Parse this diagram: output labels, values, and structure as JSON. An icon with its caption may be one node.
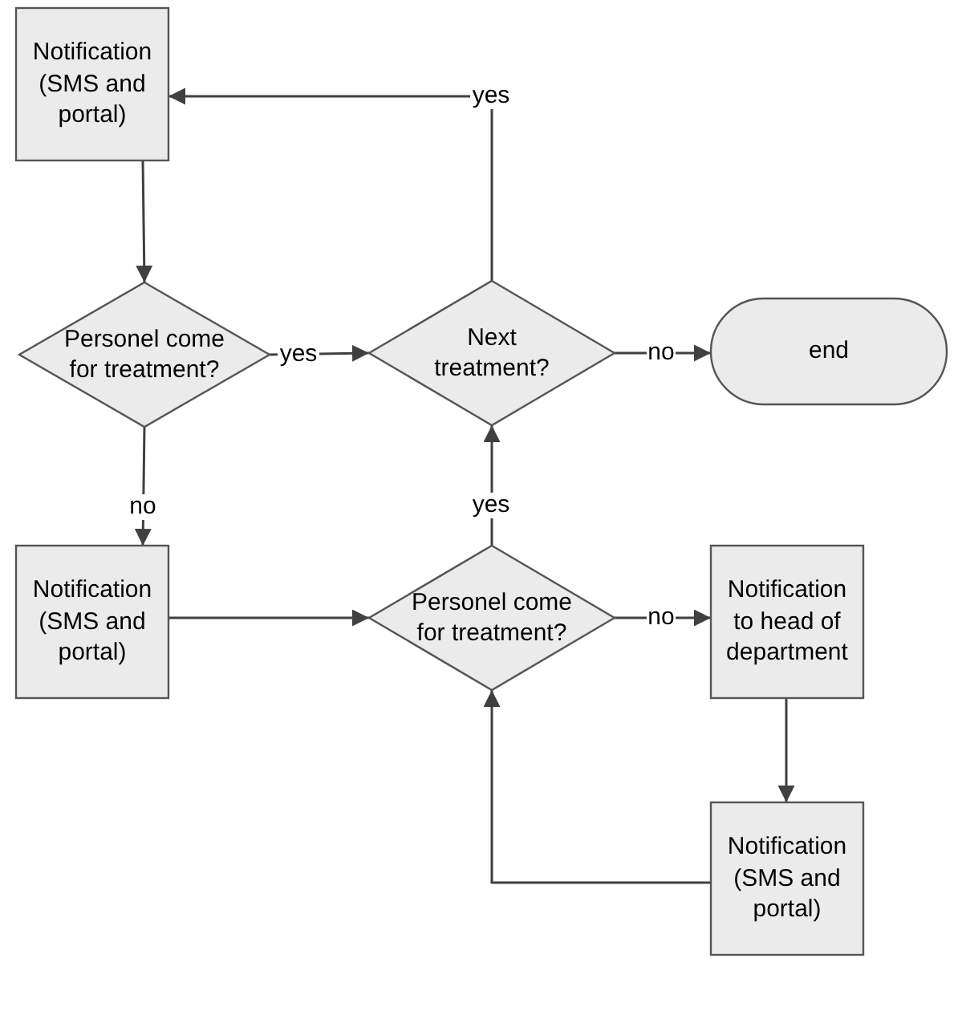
{
  "diagram": {
    "nodes": [
      {
        "text": [
          "Notification (SMS and portal)"
        ]
      },
      {
        "text": [
          "Personel come for treatment?"
        ]
      },
      {
        "text": [
          "Next treatment?"
        ]
      },
      {
        "text": [
          "end"
        ]
      },
      {
        "text": [
          "Notification (SMS and portal)"
        ]
      },
      {
        "text": [
          "Personel come for treatment?"
        ]
      },
      {
        "text": [
          "Notification to head of department"
        ]
      },
      {
        "text": [
          "Notification (SMS and portal)"
        ]
      }
    ],
    "edges": [
      {
        "from": 0,
        "to": 1,
        "arrow": "to"
      },
      {
        "from": 1,
        "to": 2,
        "arrow": "to",
        "label": "yes"
      },
      {
        "from": 2,
        "to": 0,
        "arrow": "to",
        "label": "yes"
      },
      {
        "from": 2,
        "to": 3,
        "arrow": "to",
        "label": "no"
      },
      {
        "from": 1,
        "to": 4,
        "arrow": "to",
        "label": "no"
      },
      {
        "from": 4,
        "to": 5,
        "arrow": "to"
      },
      {
        "from": 5,
        "to": 2,
        "arrow": "to",
        "label": "yes"
      },
      {
        "from": 5,
        "to": 6,
        "arrow": "to",
        "label": "no"
      },
      {
        "from": 6,
        "to": 7,
        "arrow": "to"
      },
      {
        "from": 7,
        "to": 5,
        "arrow": "to"
      }
    ]
  }
}
